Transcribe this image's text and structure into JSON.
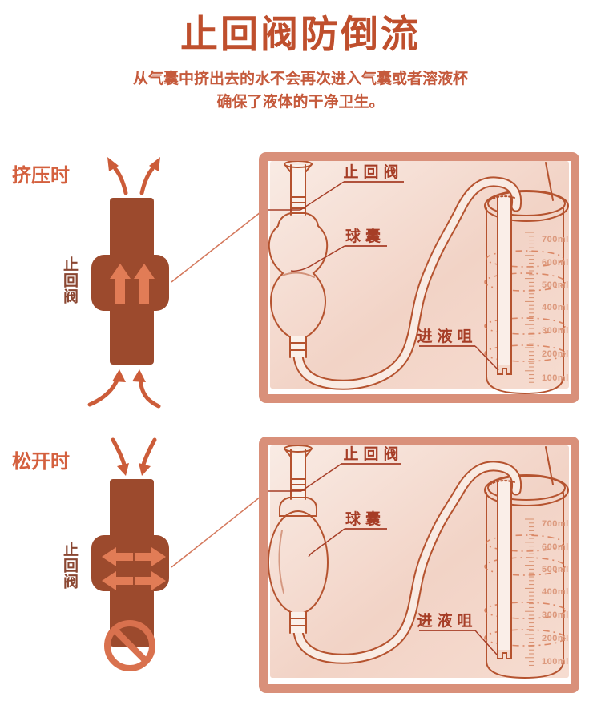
{
  "header": {
    "title": "止回阀防倒流",
    "subtitle_line1": "从气囊中挤出去的水不会再次进入气囊或者溶液杯",
    "subtitle_line2": "确保了液体的干净卫生。"
  },
  "left_figures": {
    "squeeze": {
      "caption": "挤压时",
      "valve_label": "止回阀"
    },
    "release": {
      "caption": "松开时",
      "valve_label": "止回阀"
    }
  },
  "panel_labels": {
    "check_valve": "止回阀",
    "bulb": "球囊",
    "inlet": "进液咀"
  },
  "scale_labels": [
    "700ml",
    "600ml",
    "500ml",
    "400ml",
    "300ml",
    "200ml",
    "100ml"
  ],
  "colors": {
    "title": "#bf4f2d",
    "accent": "#d4603e",
    "valve_body": "#9c4a2d",
    "arrow_fill": "#e17c56",
    "flow_arrow": "#cc5c39",
    "panel_border": "#d9907a",
    "sketch_line": "#b5532f",
    "label_dark": "#a63d26",
    "scale_text": "#dc997d",
    "prohibition": "#d9714e"
  }
}
